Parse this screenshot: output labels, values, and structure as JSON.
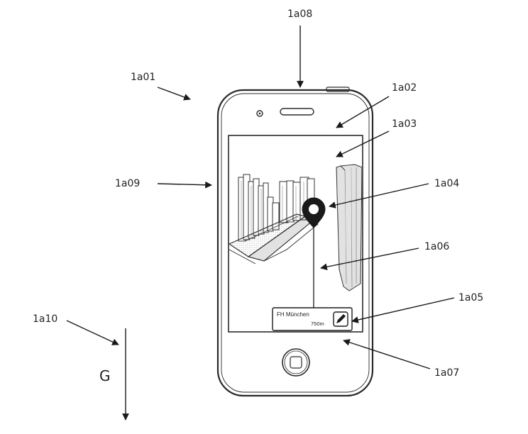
{
  "reference_labels": {
    "l1a01": "1a01",
    "l1a02": "1a02",
    "l1a03": "1a03",
    "l1a04": "1a04",
    "l1a05": "1a05",
    "l1a06": "1a06",
    "l1a07": "1a07",
    "l1a08": "1a08",
    "l1a09": "1a09",
    "l1a10": "1a10"
  },
  "gravity_label": "G",
  "poi_card": {
    "name": "FH München",
    "distance": "750m"
  },
  "icons": {
    "map_pin": "map-pin-icon",
    "edit": "pencil-icon",
    "home_button": "home-button-icon"
  },
  "colors": {
    "line": "#1a1a1a",
    "pin": "#1a1a1a",
    "background": "#ffffff"
  }
}
